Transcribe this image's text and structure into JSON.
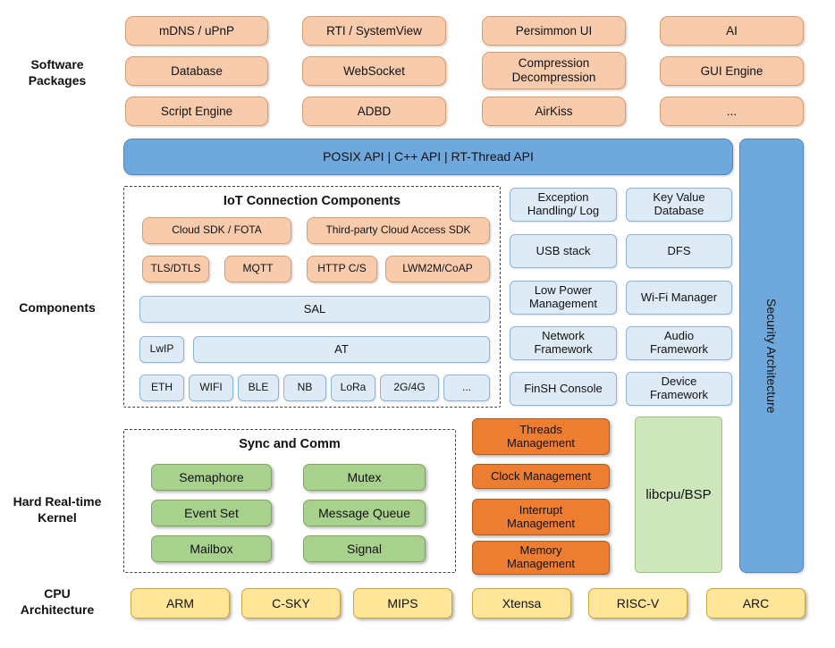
{
  "colors": {
    "package_fill": "#F8CBAD",
    "package_border": "#D99C6B",
    "api_blue_fill": "#6FA8DC",
    "component_blue_fill": "#DEEBF7",
    "kernel_orange_fill": "#ED7D31",
    "kernel_green_fill": "#A9D18E",
    "libcpu_green_fill": "#CDE6BB",
    "cpu_yellow_fill": "#FFE699"
  },
  "side_labels": {
    "software_packages": "Software\nPackages",
    "components": "Components",
    "kernel": "Hard Real-time\nKernel",
    "cpu": "CPU\nArchitecture"
  },
  "software_packages": {
    "items": [
      "mDNS / uPnP",
      "RTI / SystemView",
      "Persimmon UI",
      "AI",
      "Database",
      "WebSocket",
      "Compression\nDecompression",
      "GUI Engine",
      "Script Engine",
      "ADBD",
      "AirKiss",
      "..."
    ]
  },
  "api_bar": {
    "label": "POSIX API  |  C++ API  |  RT-Thread API"
  },
  "security_bar": {
    "label": "Security Architecture"
  },
  "iot": {
    "title": "IoT Connection Components",
    "cloud_row": [
      "Cloud SDK / FOTA",
      "Third-party Cloud Access SDK"
    ],
    "protocol_row": [
      "TLS/DTLS",
      "MQTT",
      "HTTP C/S",
      "LWM2M/CoAP"
    ],
    "sal": "SAL",
    "lwip": "LwIP",
    "at": "AT",
    "links": [
      "ETH",
      "WIFI",
      "BLE",
      "NB",
      "LoRa",
      "2G/4G",
      "..."
    ]
  },
  "components_right": {
    "items": [
      "Exception\nHandling/ Log",
      "Key Value\nDatabase",
      "USB stack",
      "DFS",
      "Low Power\nManagement",
      "Wi-Fi Manager",
      "Network\nFramework",
      "Audio\nFramework",
      "FinSH Console",
      "Device\nFramework"
    ]
  },
  "kernel": {
    "sync_title": "Sync and Comm",
    "sync_items": [
      "Semaphore",
      "Mutex",
      "Event Set",
      "Message Queue",
      "Mailbox",
      "Signal"
    ],
    "mgmt_items": [
      "Threads\nManagement",
      "Clock Management",
      "Interrupt\nManagement",
      "Memory\nManagement"
    ],
    "libcpu": "libcpu/BSP"
  },
  "cpu": {
    "items": [
      "ARM",
      "C-SKY",
      "MIPS",
      "Xtensa",
      "RISC-V",
      "ARC"
    ]
  }
}
